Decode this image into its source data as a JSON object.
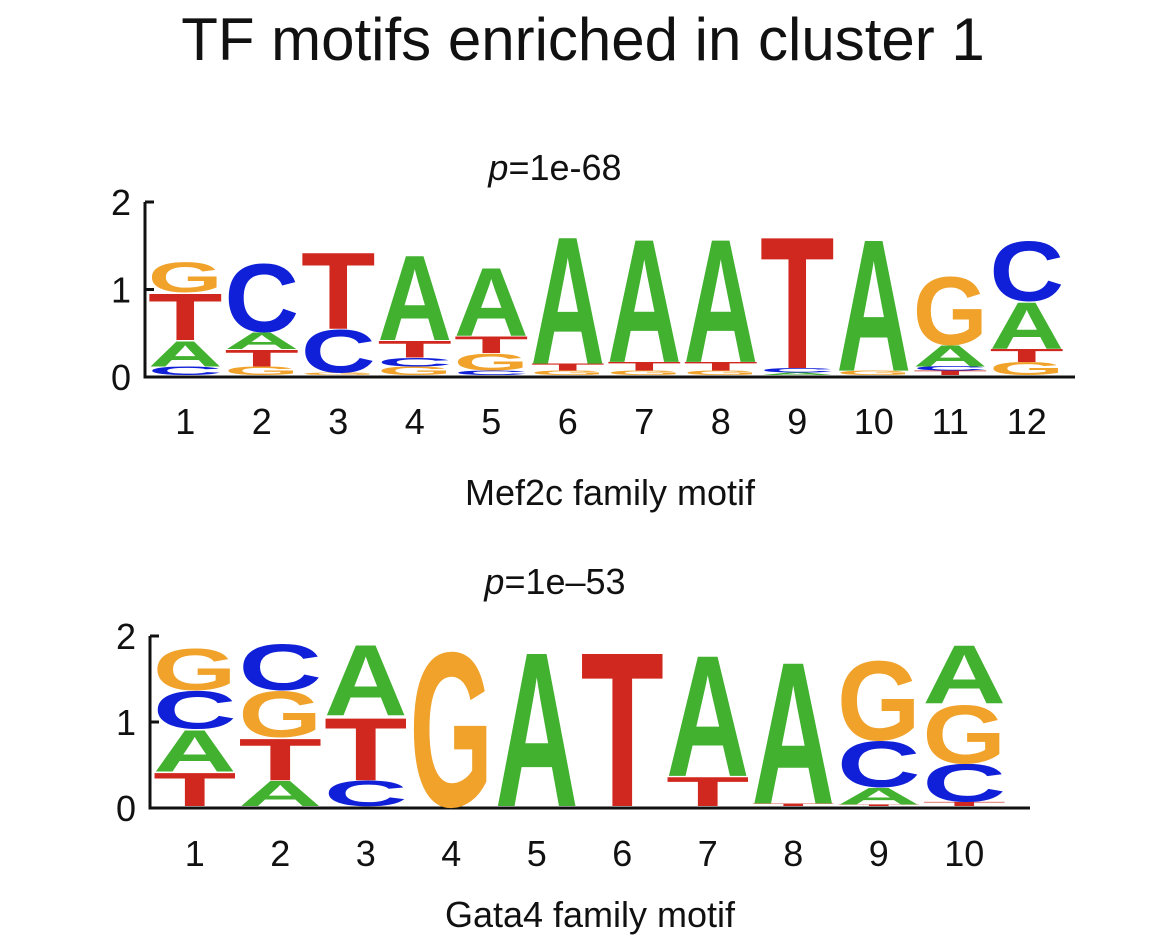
{
  "figure": {
    "title": "TF motifs enriched in cluster 1"
  },
  "colors": {
    "A": "#41b12f",
    "C": "#1020d8",
    "G": "#f0a22a",
    "T": "#d0281e",
    "axis": "#111111"
  },
  "chart_data": [
    {
      "type": "sequence-logo",
      "title": "p=1e-68",
      "title_var": "p",
      "title_rest": "=1e-68",
      "xlabel": "Mef2c family motif",
      "ylabel": "",
      "ylim": [
        0,
        2
      ],
      "yticks": [
        0,
        1,
        2
      ],
      "positions": [
        "1",
        "2",
        "3",
        "4",
        "5",
        "6",
        "7",
        "8",
        "9",
        "10",
        "11",
        "12"
      ],
      "stacks": [
        [
          {
            "letter": "C",
            "height": 0.1
          },
          {
            "letter": "A",
            "height": 0.3
          },
          {
            "letter": "T",
            "height": 0.55
          },
          {
            "letter": "G",
            "height": 0.35
          }
        ],
        [
          {
            "letter": "G",
            "height": 0.1
          },
          {
            "letter": "T",
            "height": 0.2
          },
          {
            "letter": "A",
            "height": 0.2
          },
          {
            "letter": "C",
            "height": 0.8
          }
        ],
        [
          {
            "letter": "G",
            "height": 0.03
          },
          {
            "letter": "C",
            "height": 0.5
          },
          {
            "letter": "T",
            "height": 0.9
          }
        ],
        [
          {
            "letter": "G",
            "height": 0.1
          },
          {
            "letter": "C",
            "height": 0.1
          },
          {
            "letter": "T",
            "height": 0.2
          },
          {
            "letter": "A",
            "height": 1.0
          }
        ],
        [
          {
            "letter": "C",
            "height": 0.05
          },
          {
            "letter": "G",
            "height": 0.2
          },
          {
            "letter": "T",
            "height": 0.2
          },
          {
            "letter": "A",
            "height": 0.8
          }
        ],
        [
          {
            "letter": "G",
            "height": 0.05
          },
          {
            "letter": "T",
            "height": 0.08
          },
          {
            "letter": "A",
            "height": 1.5
          }
        ],
        [
          {
            "letter": "G",
            "height": 0.05
          },
          {
            "letter": "T",
            "height": 0.1
          },
          {
            "letter": "A",
            "height": 1.45
          }
        ],
        [
          {
            "letter": "G",
            "height": 0.05
          },
          {
            "letter": "T",
            "height": 0.1
          },
          {
            "letter": "A",
            "height": 1.45
          }
        ],
        [
          {
            "letter": "A",
            "height": 0.03
          },
          {
            "letter": "C",
            "height": 0.05
          },
          {
            "letter": "T",
            "height": 1.55
          }
        ],
        [
          {
            "letter": "G",
            "height": 0.05
          },
          {
            "letter": "A",
            "height": 1.55
          }
        ],
        [
          {
            "letter": "T",
            "height": 0.05
          },
          {
            "letter": "C",
            "height": 0.05
          },
          {
            "letter": "A",
            "height": 0.25
          },
          {
            "letter": "G",
            "height": 0.8
          }
        ],
        [
          {
            "letter": "G",
            "height": 0.15
          },
          {
            "letter": "T",
            "height": 0.15
          },
          {
            "letter": "A",
            "height": 0.55
          },
          {
            "letter": "C",
            "height": 0.7
          }
        ]
      ]
    },
    {
      "type": "sequence-logo",
      "title": "p=1e–53",
      "title_var": "p",
      "title_rest": "=1e–53",
      "xlabel": "Gata4 family motif",
      "ylabel": "",
      "ylim": [
        0,
        2
      ],
      "yticks": [
        0,
        1,
        2
      ],
      "positions": [
        "1",
        "2",
        "3",
        "4",
        "5",
        "6",
        "7",
        "8",
        "9",
        "10"
      ],
      "stacks": [
        [
          {
            "letter": "T",
            "height": 0.4
          },
          {
            "letter": "A",
            "height": 0.5
          },
          {
            "letter": "C",
            "height": 0.45
          },
          {
            "letter": "G",
            "height": 0.5
          }
        ],
        [
          {
            "letter": "A",
            "height": 0.3
          },
          {
            "letter": "T",
            "height": 0.5
          },
          {
            "letter": "G",
            "height": 0.55
          },
          {
            "letter": "C",
            "height": 0.55
          }
        ],
        [
          {
            "letter": "C",
            "height": 0.3
          },
          {
            "letter": "T",
            "height": 0.75
          },
          {
            "letter": "A",
            "height": 0.85
          }
        ],
        [
          {
            "letter": "G",
            "height": 1.85
          }
        ],
        [
          {
            "letter": "A",
            "height": 1.85
          }
        ],
        [
          {
            "letter": "T",
            "height": 1.85
          }
        ],
        [
          {
            "letter": "T",
            "height": 0.35
          },
          {
            "letter": "A",
            "height": 1.45
          }
        ],
        [
          {
            "letter": "T",
            "height": 0.03
          },
          {
            "letter": "A",
            "height": 1.7
          }
        ],
        [
          {
            "letter": "T",
            "height": 0.02
          },
          {
            "letter": "A",
            "height": 0.2
          },
          {
            "letter": "C",
            "height": 0.55
          },
          {
            "letter": "G",
            "height": 0.95
          }
        ],
        [
          {
            "letter": "T",
            "height": 0.05
          },
          {
            "letter": "C",
            "height": 0.45
          },
          {
            "letter": "G",
            "height": 0.7
          },
          {
            "letter": "A",
            "height": 0.7
          }
        ]
      ]
    }
  ]
}
